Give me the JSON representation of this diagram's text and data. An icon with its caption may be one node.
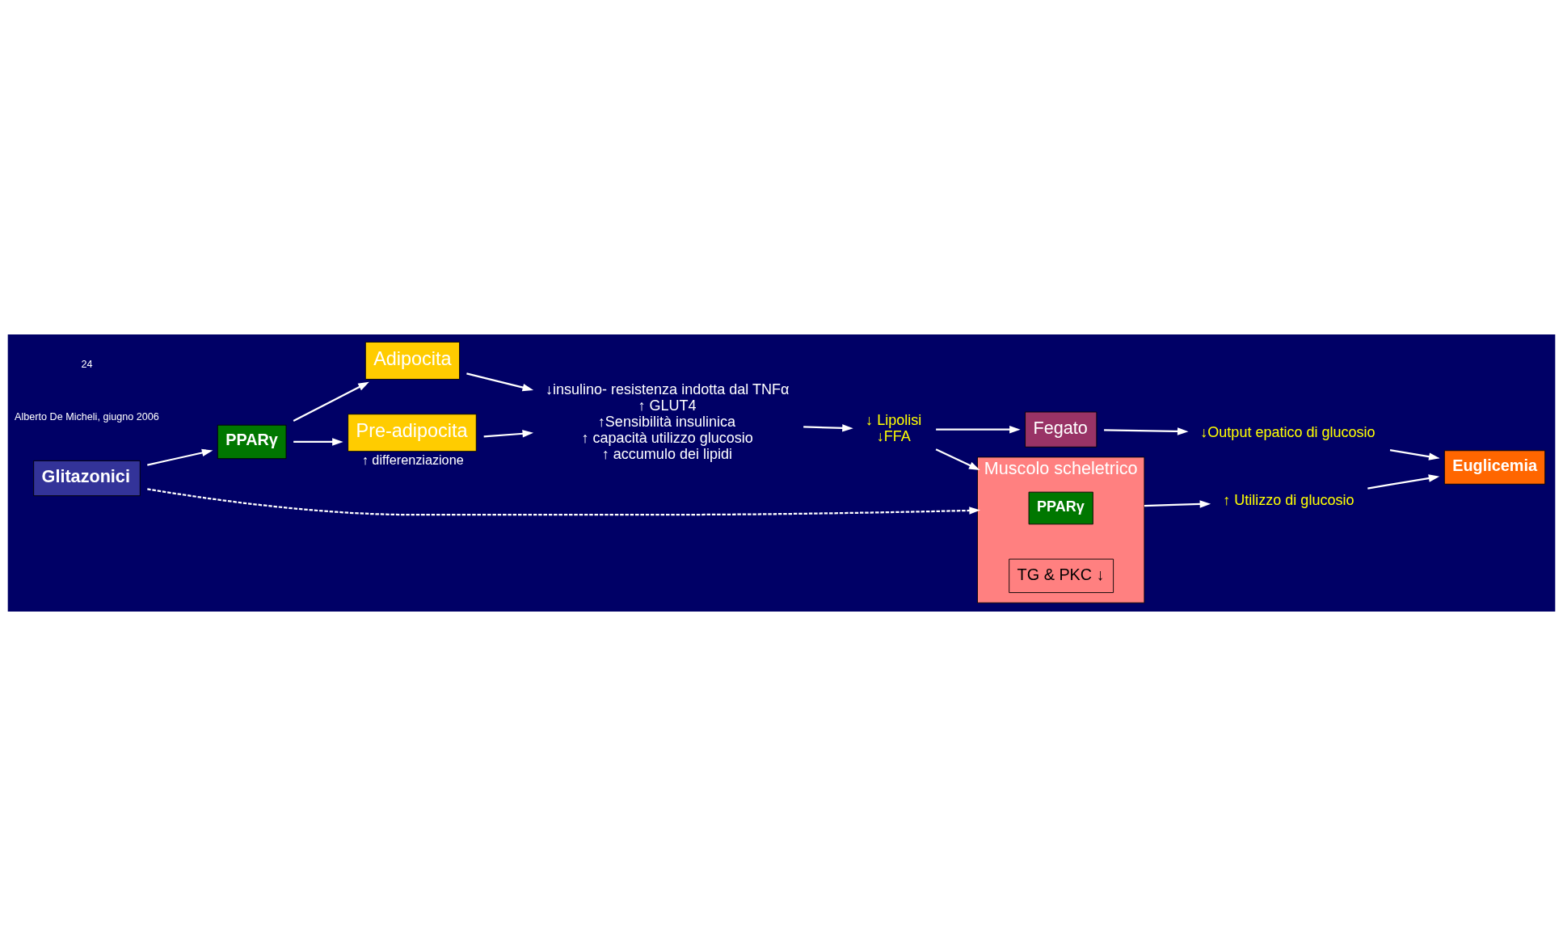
{
  "diagram": {
    "nodes": [
      {
        "text": [
          "Adipocita"
        ]
      },
      {
        "text": [
          "PPARγ"
        ]
      },
      {
        "text": [
          "Glitazonici"
        ]
      },
      {
        "text": [
          "Pre-adipocita"
        ],
        "beside": [
          "↑ differenziazione"
        ]
      },
      {
        "text": [
          "↓insulino- resistenza indotta dal TNFα",
          "↑ GLUT4",
          "↑Sensibilità insulinica",
          "↑ capacità utilizzo glucosio",
          "↑ accumulo dei lipidi"
        ]
      },
      {
        "text": [
          "↓ Lipolisi",
          "↓FFA"
        ]
      },
      {
        "text": [
          "Fegato"
        ]
      },
      {
        "text": [
          "↓Output epatico di glucosio"
        ]
      },
      {
        "text": [
          "Euglicemia"
        ]
      },
      {
        "text": [
          "Muscolo scheletrico"
        ]
      },
      {
        "text": [
          "PPARγ"
        ],
        "in": 9
      },
      {
        "text": [
          "TG & PKC ↓"
        ],
        "in": 9
      },
      {
        "text": [
          "↑ Utilizzo di glucosio"
        ]
      }
    ],
    "edges": [
      {
        "from": 1,
        "to": 0,
        "arrow": "to"
      },
      {
        "from": 0,
        "to": 4,
        "arrow": "to"
      },
      {
        "from": 1,
        "to": 3,
        "arrow": "to"
      },
      {
        "from": 3,
        "to": 4,
        "arrow": "to"
      },
      {
        "from": 2,
        "to": 1,
        "arrow": "to"
      },
      {
        "from": 4,
        "to": 5,
        "arrow": "to"
      },
      {
        "from": 5,
        "to": 6,
        "arrow": "to"
      },
      {
        "from": 6,
        "to": 7,
        "arrow": "to"
      },
      {
        "from": 7,
        "to": 8,
        "arrow": "to"
      },
      {
        "from": 5,
        "to": 9,
        "arrow": "to"
      },
      {
        "from": 2,
        "to": 9,
        "arrow": "to",
        "style": "dashed"
      },
      {
        "from": 9,
        "to": 12,
        "arrow": "to"
      },
      {
        "from": 12,
        "to": 8,
        "arrow": "to"
      }
    ],
    "labels": [
      "Alberto De Micheli, giugno 2006",
      "24"
    ]
  }
}
